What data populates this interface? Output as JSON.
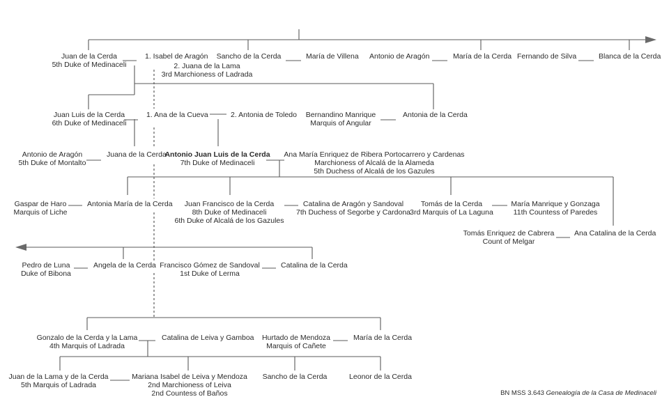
{
  "people": {
    "juan_cerda_5": {
      "name": "Juan de la Cerda",
      "title": "5th Duke of Medinaceli"
    },
    "isabel_aragon": {
      "name": "1. Isabel de Aragón"
    },
    "juana_lama": {
      "name": "2. Juana de la Lama",
      "title": "3rd Marchioness of Ladrada"
    },
    "sancho_cerda_top": {
      "name": "Sancho de la Cerda"
    },
    "maria_villena": {
      "name": "María de Villena"
    },
    "antonio_aragon_top": {
      "name": "Antonio de Aragón"
    },
    "maria_cerda_top": {
      "name": "María de la Cerda"
    },
    "fernando_silva": {
      "name": "Fernando de Silva"
    },
    "blanca_cerda": {
      "name": "Blanca de la Cerda"
    },
    "juan_luis_6": {
      "name": "Juan Luis de la Cerda",
      "title": "6th Duke of Medinaceli"
    },
    "ana_cueva": {
      "name": "1. Ana de la Cueva"
    },
    "antonia_toledo": {
      "name": "2. Antonia de Toledo"
    },
    "bernandino": {
      "name": "Bernandino Manrique",
      "title": "Marquis of Angular"
    },
    "antonia_cerda_2": {
      "name": "Antonia de la Cerda"
    },
    "antonio_aragon_3": {
      "name": "Antonio de Aragón",
      "title": "5th Duke of Montalto"
    },
    "juana_cerda_3": {
      "name": "Juana de la Cerda"
    },
    "antonio_juan_luis": {
      "name": "Antonio Juan Luis de la Cerda",
      "title": "7th Duke of Medinaceli"
    },
    "ana_maria": {
      "name": "Ana María Enriquez de Ribera Portocarrero y Cardenas",
      "title": "Marchioness of Alcalá de la Alameda",
      "title2": "5th Duchess of Alcalá de los Gazules"
    },
    "gaspar_haro": {
      "name": "Gaspar de Haro",
      "title": "Marquis of Liche"
    },
    "antonia_maria": {
      "name": "Antonia María de la Cerda"
    },
    "juan_francisco": {
      "name": "Juan Francisco de la Cerda",
      "title": "8th Duke of Medinaceli",
      "title2": "6th Duke of Alcalá de los Gazules"
    },
    "catalina_aragon": {
      "name": "Catalina de Aragón y Sandoval",
      "title": "7th Duchess of Segorbe y Cardona"
    },
    "tomas_cerda": {
      "name": "Tomás de la Cerda",
      "title": "3rd Marquis of La Laguna"
    },
    "maria_manrique": {
      "name": "María Manrique y Gonzaga",
      "title": "11th Countess of Paredes"
    },
    "tomas_enriquez": {
      "name": "Tomás Enriquez de Cabrera",
      "title": "Count of Melgar"
    },
    "ana_catalina": {
      "name": "Ana Catalina de la Cerda"
    },
    "pedro_luna": {
      "name": "Pedro de Luna",
      "title": "Duke of Bibona"
    },
    "angela_cerda": {
      "name": "Angela de la Cerda"
    },
    "francisco_gomez": {
      "name": "Francisco Gómez de Sandoval",
      "title": "1st Duke of Lerma"
    },
    "catalina_cerda": {
      "name": "Catalina de la Cerda"
    },
    "gonzalo": {
      "name": "Gonzalo de la Cerda y la Lama",
      "title": "4th Marquis of Ladrada"
    },
    "catalina_leiva": {
      "name": "Catalina de Leiva y Gamboa"
    },
    "hurtado": {
      "name": "Hurtado de Mendoza",
      "title": "Marquis of Cañete"
    },
    "maria_cerda_6": {
      "name": "María de la Cerda"
    },
    "juan_lama": {
      "name": "Juan de la Lama y de la Cerda",
      "title": "5th Marquis of Ladrada"
    },
    "mariana_isabel": {
      "name": "Mariana Isabel de Leiva y Mendoza",
      "title": "2nd Marchioness of Leiva",
      "title2": "2nd Countess of Baños"
    },
    "sancho_cerda_bottom": {
      "name": "Sancho de la Cerda"
    },
    "leonor_cerda": {
      "name": "Leonor de la Cerda"
    }
  },
  "source": {
    "ref": "BN MSS 3.643",
    "title": "Genealogía de la Casa de Medinaceli"
  },
  "colors": {
    "line": "#5a5a5a",
    "text": "#2b2b2b"
  }
}
